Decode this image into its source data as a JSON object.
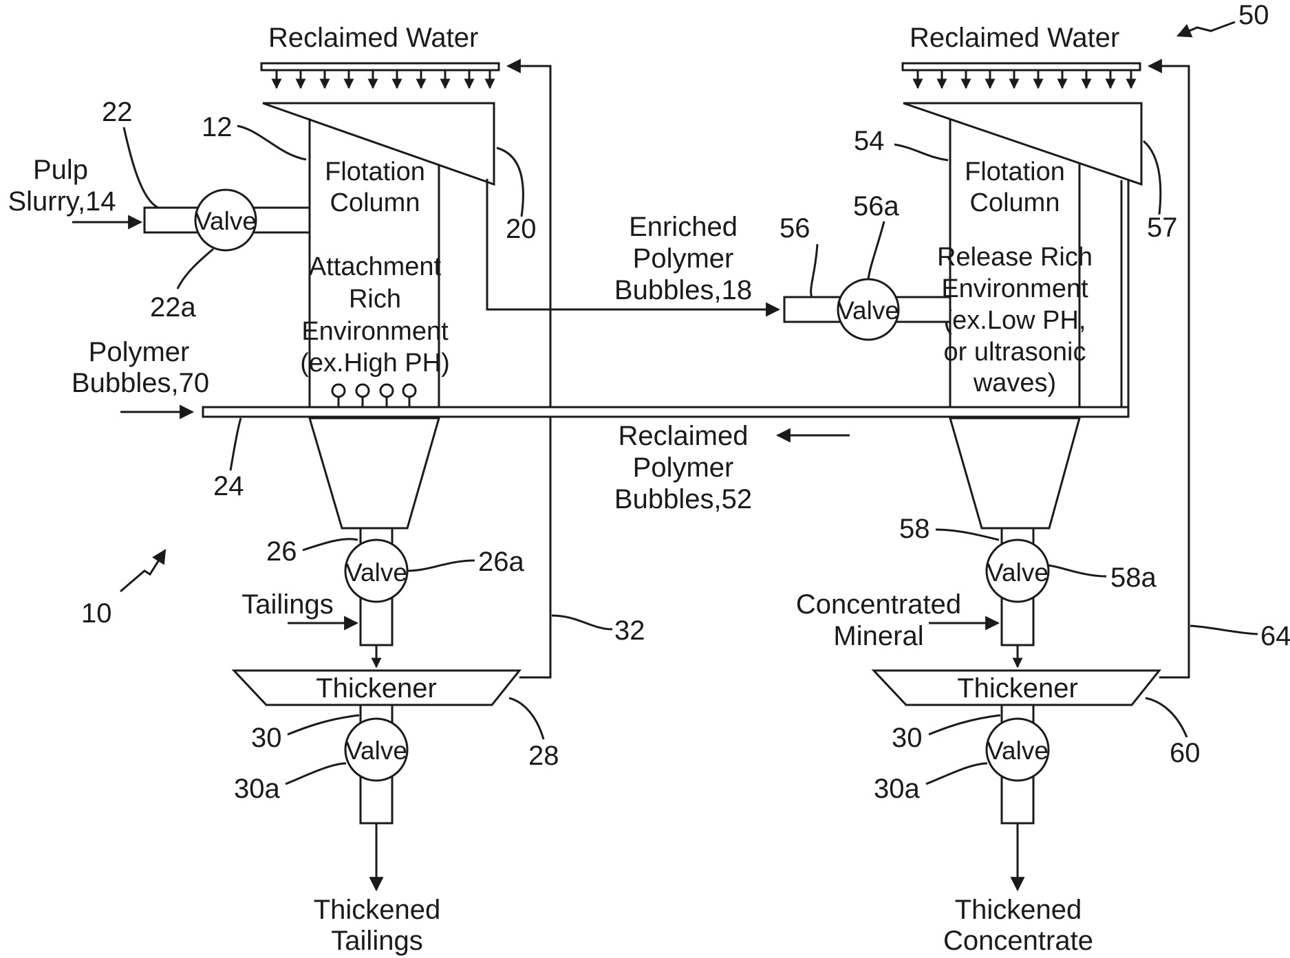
{
  "labels": {
    "reclaimed_water_1": "Reclaimed  Water",
    "reclaimed_water_2": "Reclaimed  Water",
    "pulp_slurry_line1": "Pulp",
    "pulp_slurry_line2": "Slurry,14",
    "enriched_line1": "Enriched",
    "enriched_line2": "Polymer",
    "enriched_line3": "Bubbles,18",
    "polymer_bubbles_line1": "Polymer",
    "polymer_bubbles_line2": "Bubbles,70",
    "reclaimed_polymer_line1": "Reclaimed",
    "reclaimed_polymer_line2": "Polymer",
    "reclaimed_polymer_line3": "Bubbles,52",
    "tailings": "Tailings",
    "concentrated_line1": "Concentrated",
    "concentrated_line2": "Mineral",
    "thickened_tailings_line1": "Thickened",
    "thickened_tailings_line2": "Tailings",
    "thickened_concentrate_line1": "Thickened",
    "thickened_concentrate_line2": "Concentrate"
  },
  "column_1": {
    "title_line1": "Flotation",
    "title_line2": "Column",
    "env_line1": "Attachment",
    "env_line2": "Rich",
    "env_line3": "Environment",
    "env_line4": "(ex.High  PH)"
  },
  "column_2": {
    "title_line1": "Flotation",
    "title_line2": "Column",
    "env_line1": "Release Rich",
    "env_line2": "Environment",
    "env_line3": "(ex.Low PH,",
    "env_line4": "or ultrasonic",
    "env_line5": "waves)"
  },
  "thickeners": {
    "left": "Thickener",
    "right": "Thickener"
  },
  "valves": {
    "v22a": "Valve",
    "v56a": "Valve",
    "v26a": "Valve",
    "v58a": "Valve",
    "v30a_left": "Valve",
    "v30a_right": "Valve"
  },
  "refs": {
    "r50": "50",
    "r22": "22",
    "r12": "12",
    "r20": "20",
    "r22a": "22a",
    "r54": "54",
    "r56": "56",
    "r56a": "56a",
    "r57": "57",
    "r24": "24",
    "r26": "26",
    "r26a": "26a",
    "r10": "10",
    "r32": "32",
    "r28": "28",
    "r30_left": "30",
    "r30a_left": "30a",
    "r58": "58",
    "r58a": "58a",
    "r64": "64",
    "r60": "60",
    "r30_right": "30",
    "r30a_right": "30a"
  }
}
